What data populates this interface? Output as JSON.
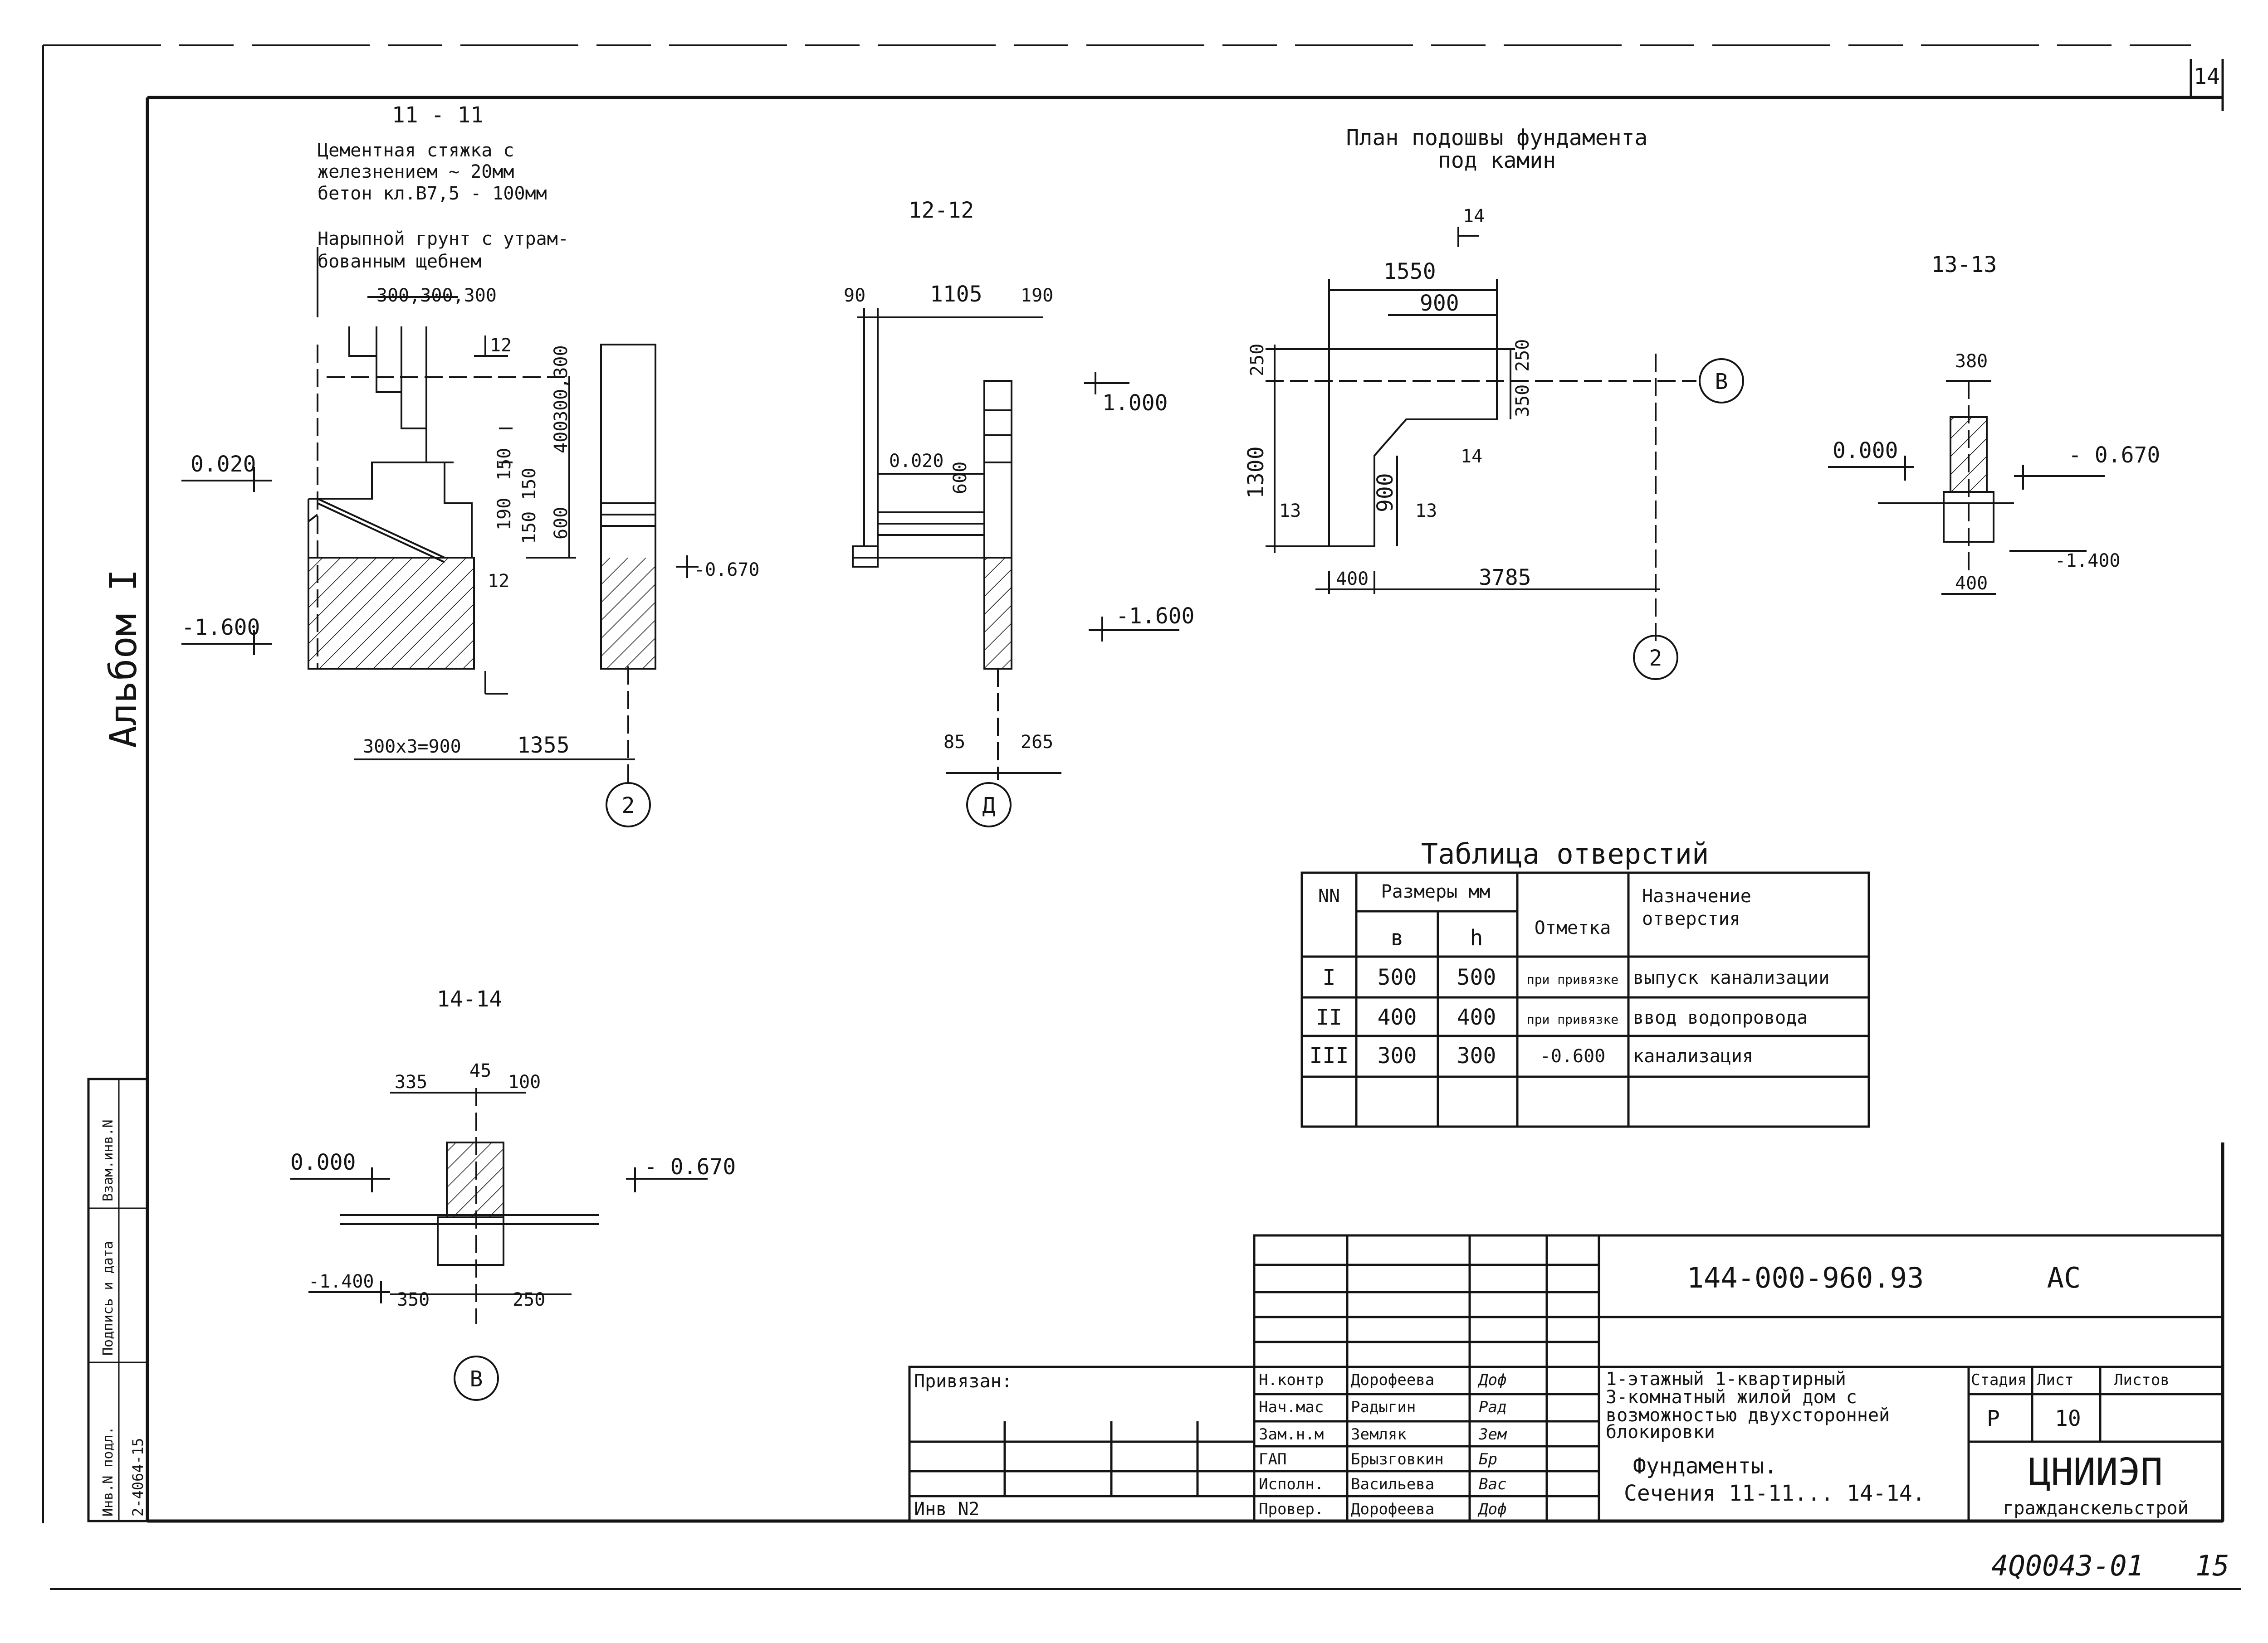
{
  "sheet": {
    "corner_number": "14",
    "album": "Альбом I",
    "bottom_code": "4Q0043-01",
    "bottom_page": "15"
  },
  "section_11": {
    "title": "11 - 11",
    "note1_l1": "Цементная стяжка с",
    "note1_l2": "железнением ~ 20мм",
    "note1_l3": "бетон кл.В7,5 - 100мм",
    "note2_l1": "Нарыпной грунт с утрам-",
    "note2_l2": "бованным щебнем",
    "dim_steps": "300,300,300",
    "cut_mark": "12",
    "dim_risers": "300,300",
    "dim_400": "400",
    "dim_150": "150",
    "dim_600": "600",
    "dim_190": "190",
    "dim_150_150": "150 150",
    "level_plus": "0.020",
    "level_minus": "-1.600",
    "level_side": "-0.670",
    "dim_bottom_left": "300x3=900",
    "dim_bottom_right": "1355",
    "axis": "2"
  },
  "section_12": {
    "title": "12-12",
    "dim_90": "90",
    "dim_1105": "1105",
    "dim_190": "190",
    "level_top": "1.000",
    "level_020": "0.020",
    "dim_600": "600",
    "level_bottom": "-1.600",
    "dim_85": "85",
    "dim_265": "265",
    "axis": "Д"
  },
  "plan": {
    "title_l1": "План подошвы фундамента",
    "title_l2": "под камин",
    "cut_14": "14",
    "dim_1550": "1550",
    "dim_900_top": "900",
    "dim_250_left": "250",
    "dim_250_right": "250",
    "dim_350": "350",
    "dim_1300": "1300",
    "dim_900_side": "900",
    "dim_400": "400",
    "dim_3785": "3785",
    "cut_13_left": "13",
    "cut_13_right": "13",
    "cut_14_mid": "14",
    "axis_b": "В",
    "axis_2": "2"
  },
  "section_13": {
    "title": "13-13",
    "dim_380": "380",
    "level_000": "0.000",
    "level_670": "- 0.670",
    "level_1400": "-1.400",
    "dim_400": "400"
  },
  "section_14": {
    "title": "14-14",
    "dim_335": "335",
    "dim_45": "45",
    "dim_100": "100",
    "level_000": "0.000",
    "level_670": "- 0.670",
    "level_1400": "-1.400",
    "dim_350": "350",
    "dim_250": "250",
    "axis": "В"
  },
  "openings_table": {
    "title": "Таблица отверстий",
    "col_nn": "NN",
    "col_sizes": "Размеры мм",
    "col_b": "в",
    "col_h": "h",
    "col_mark": "Отметка",
    "col_purpose_l1": "Назначение",
    "col_purpose_l2": "отверстия",
    "rows": [
      {
        "nn": "I",
        "b": "500",
        "h": "500",
        "mark": "при привязке",
        "purpose": "выпуск канализации"
      },
      {
        "nn": "II",
        "b": "400",
        "h": "400",
        "mark": "при привязке",
        "purpose": "ввод водопровода"
      },
      {
        "nn": "III",
        "b": "300",
        "h": "300",
        "mark": "-0.600",
        "purpose": "канализация"
      }
    ]
  },
  "title_block": {
    "doc_code": "144-000-960.93",
    "mark": "АС",
    "bound": "Привязан:",
    "inv_no": "Инв N2",
    "roles": [
      {
        "role": "Н.контр",
        "name": "Дорофеева",
        "sign": "Доф"
      },
      {
        "role": "Нач.мас",
        "name": "Радыгин",
        "sign": "Рад"
      },
      {
        "role": "Зам.н.м",
        "name": "Земляк",
        "sign": "Зем"
      },
      {
        "role": "ГАП",
        "name": "Брызговкин",
        "sign": "Бр"
      },
      {
        "role": "Исполн.",
        "name": "Васильева",
        "sign": "Вас"
      },
      {
        "role": "Провер.",
        "name": "Дорофеева",
        "sign": "Доф"
      }
    ],
    "project_l1": "1-этажный 1-квартирный",
    "project_l2": "3-комнатный жилой дом с",
    "project_l3": "возможностью двухсторонней",
    "project_l4": "блокировки",
    "sheet_title_l1": "Фундаменты.",
    "sheet_title_l2": "Сечения 11-11... 14-14.",
    "stage_label": "Стадия",
    "sheet_label": "Лист",
    "sheets_label": "Листов",
    "stage": "Р",
    "sheet_no": "10",
    "org_l1": "ЦНИИЭП",
    "org_l2": "гражданскельстрой"
  },
  "side_stamp": {
    "inv_label": "Инв.N подл.",
    "sign_label": "Подпись и дата",
    "vzam_label": "Взам.инв.N",
    "inv_no": "2-4064-15"
  }
}
